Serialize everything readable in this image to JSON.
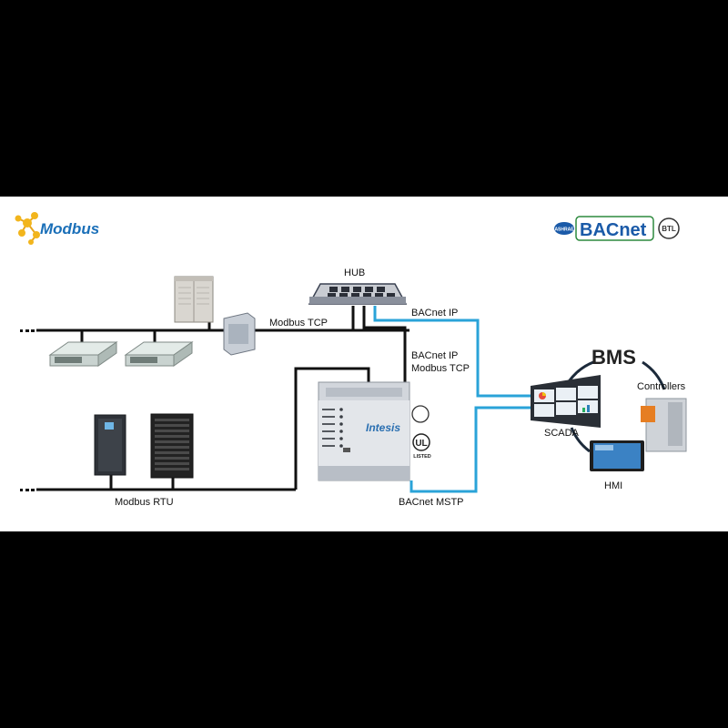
{
  "logos": {
    "modbus": "Modbus",
    "bacnet": "BACnet",
    "ashrae": "ASHRAE",
    "btl": "BTL",
    "ul": "UL",
    "listed": "LISTED",
    "intesis": "Intesis"
  },
  "labels": {
    "hub": "HUB",
    "bacnet_ip_top": "BACnet IP",
    "modbus_tcp": "Modbus TCP",
    "bacnet_ip_mid": "BACnet IP",
    "modbus_tcp_mid": "Modbus TCP",
    "modbus_rtu": "Modbus RTU",
    "bacnet_mstp": "BACnet MSTP",
    "bms": "BMS",
    "controllers": "Controllers",
    "scada": "SCADA",
    "hmi": "HMI"
  },
  "colors": {
    "background": "#000000",
    "panel": "#ffffff",
    "ethernet_line": "#111111",
    "bacnet_line": "#2aa3d8",
    "modbus_blue": "#1a6fb8",
    "bacnet_green": "#2d8a3e",
    "bms_ring": "#1c2a3a"
  }
}
